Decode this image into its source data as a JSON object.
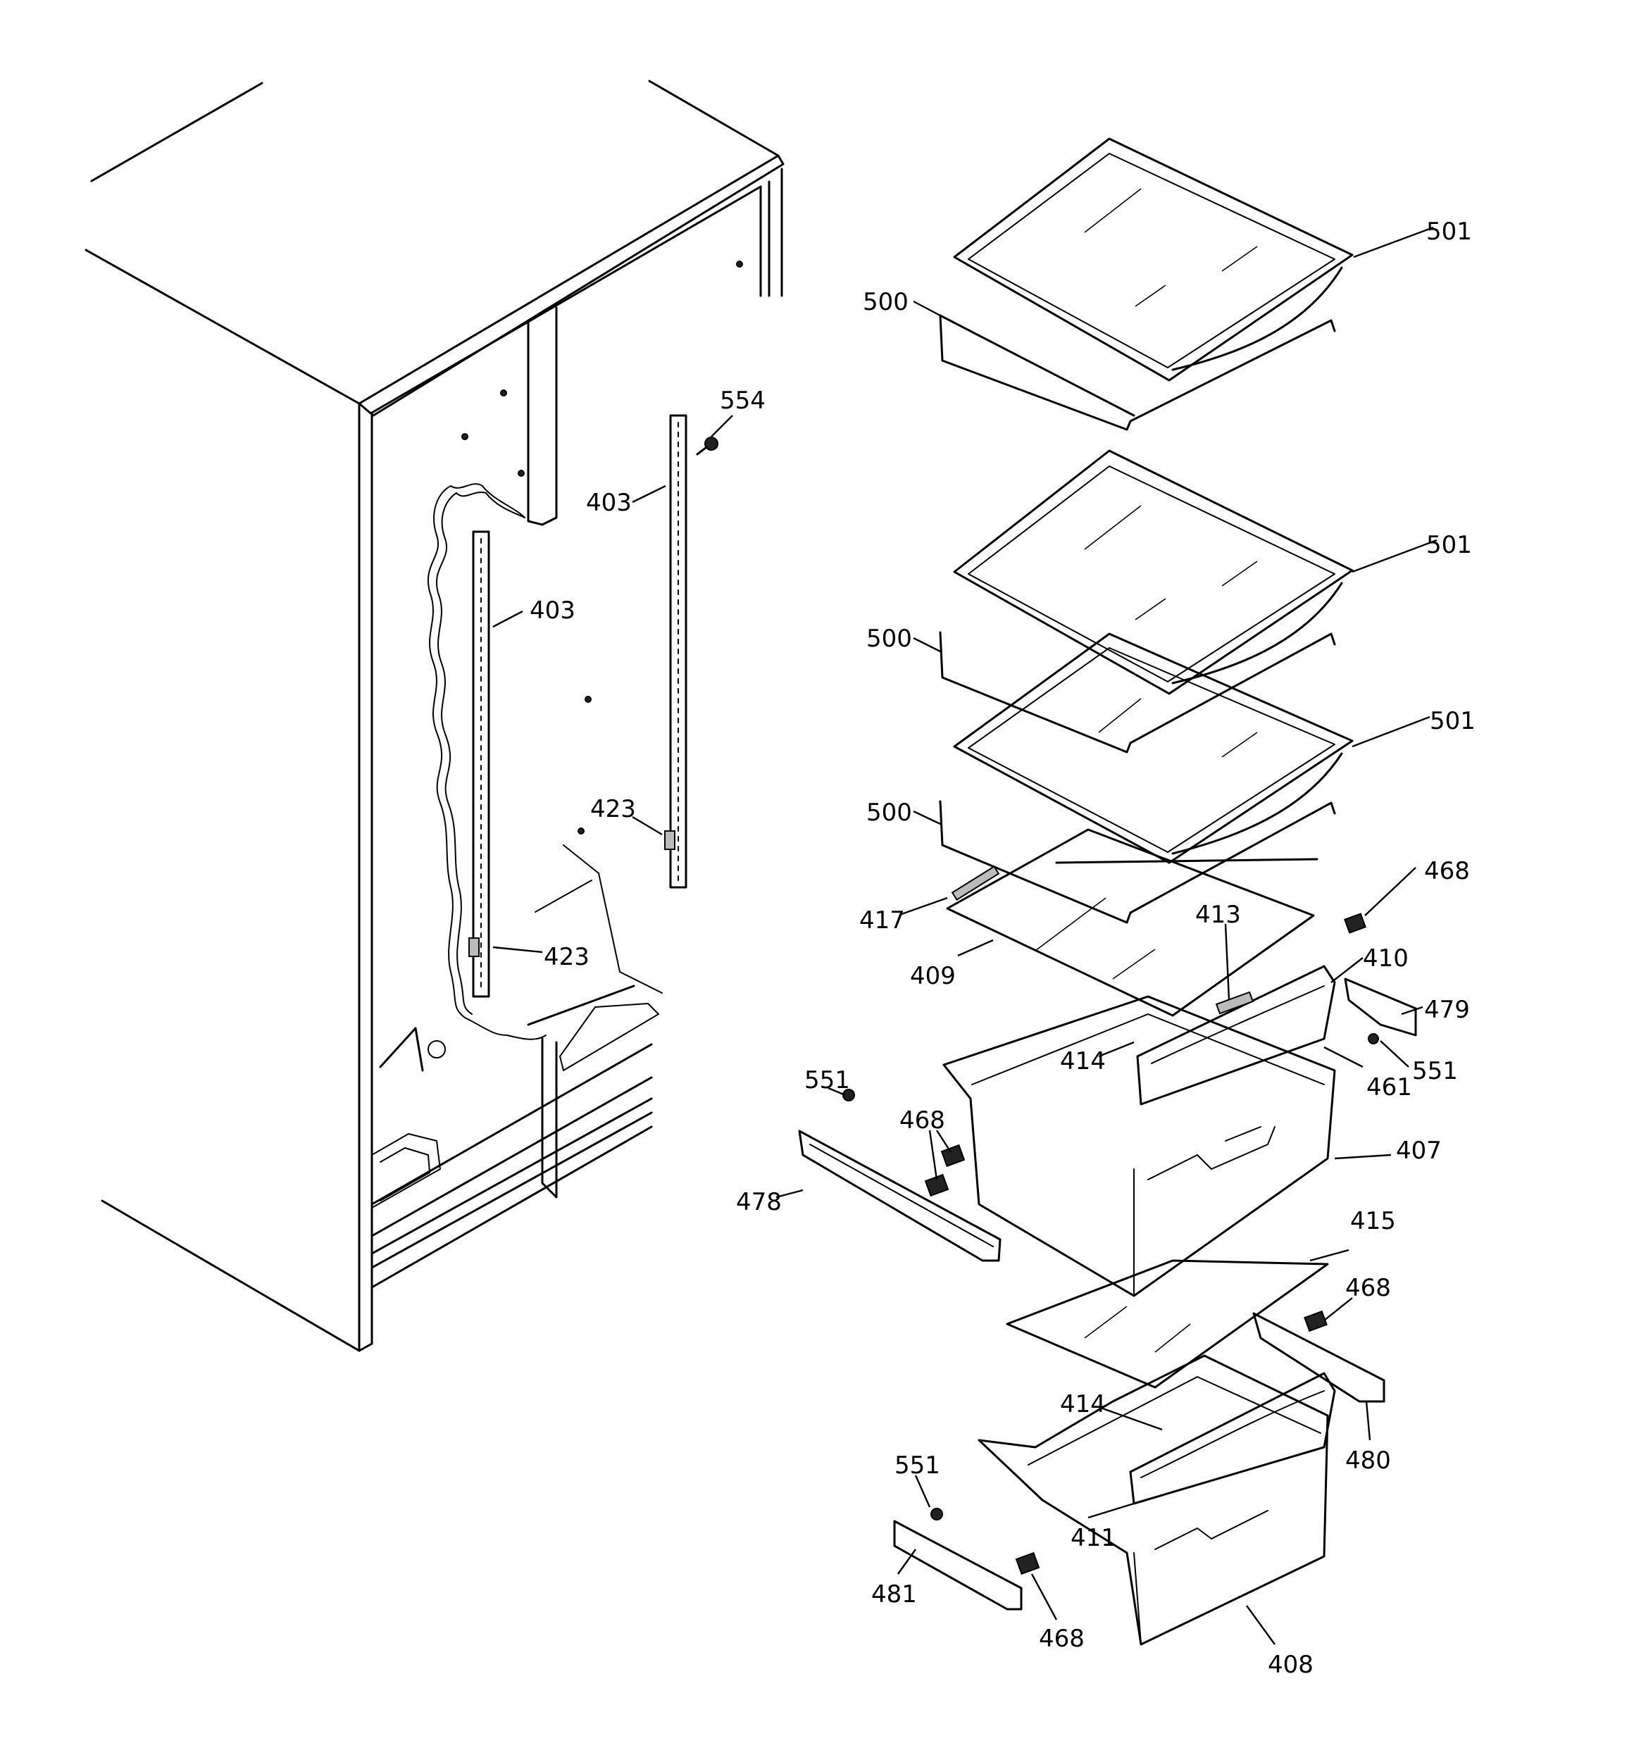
{
  "callouts": [
    {
      "id": "c501a",
      "text": "501"
    },
    {
      "id": "c500a",
      "text": "500"
    },
    {
      "id": "c554",
      "text": "554"
    },
    {
      "id": "c403a",
      "text": "403"
    },
    {
      "id": "c403b",
      "text": "403"
    },
    {
      "id": "c501b",
      "text": "501"
    },
    {
      "id": "c500b",
      "text": "500"
    },
    {
      "id": "c501c",
      "text": "501"
    },
    {
      "id": "c500c",
      "text": "500"
    },
    {
      "id": "c423a",
      "text": "423"
    },
    {
      "id": "c468a",
      "text": "468"
    },
    {
      "id": "c417",
      "text": "417"
    },
    {
      "id": "c413",
      "text": "413"
    },
    {
      "id": "c423b",
      "text": "423"
    },
    {
      "id": "c409",
      "text": "409"
    },
    {
      "id": "c410",
      "text": "410"
    },
    {
      "id": "c479",
      "text": "479"
    },
    {
      "id": "c414a",
      "text": "414"
    },
    {
      "id": "c551a",
      "text": "551"
    },
    {
      "id": "c461",
      "text": "461"
    },
    {
      "id": "c551b",
      "text": "551"
    },
    {
      "id": "c468b",
      "text": "468"
    },
    {
      "id": "c407",
      "text": "407"
    },
    {
      "id": "c478",
      "text": "478"
    },
    {
      "id": "c415",
      "text": "415"
    },
    {
      "id": "c468c",
      "text": "468"
    },
    {
      "id": "c414b",
      "text": "414"
    },
    {
      "id": "c480",
      "text": "480"
    },
    {
      "id": "c551c",
      "text": "551"
    },
    {
      "id": "c411",
      "text": "411"
    },
    {
      "id": "c481",
      "text": "481"
    },
    {
      "id": "c468d",
      "text": "468"
    },
    {
      "id": "c408",
      "text": "408"
    }
  ]
}
